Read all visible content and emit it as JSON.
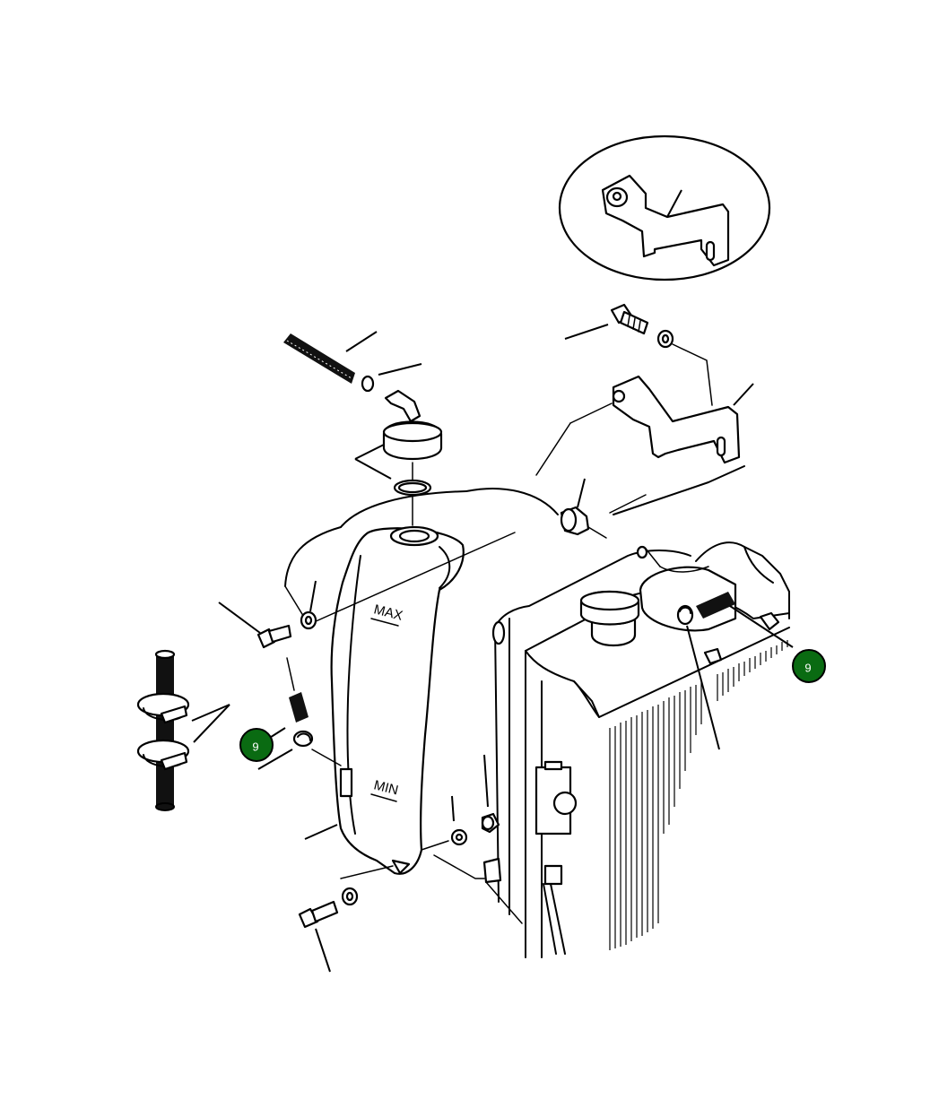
{
  "diagram": {
    "gauge_marks": {
      "max": "MAX",
      "min": "MIN"
    },
    "callouts": [
      {
        "label": "9",
        "color": "#0a6b12"
      },
      {
        "label": "9",
        "color": "#0a6b12"
      }
    ]
  }
}
